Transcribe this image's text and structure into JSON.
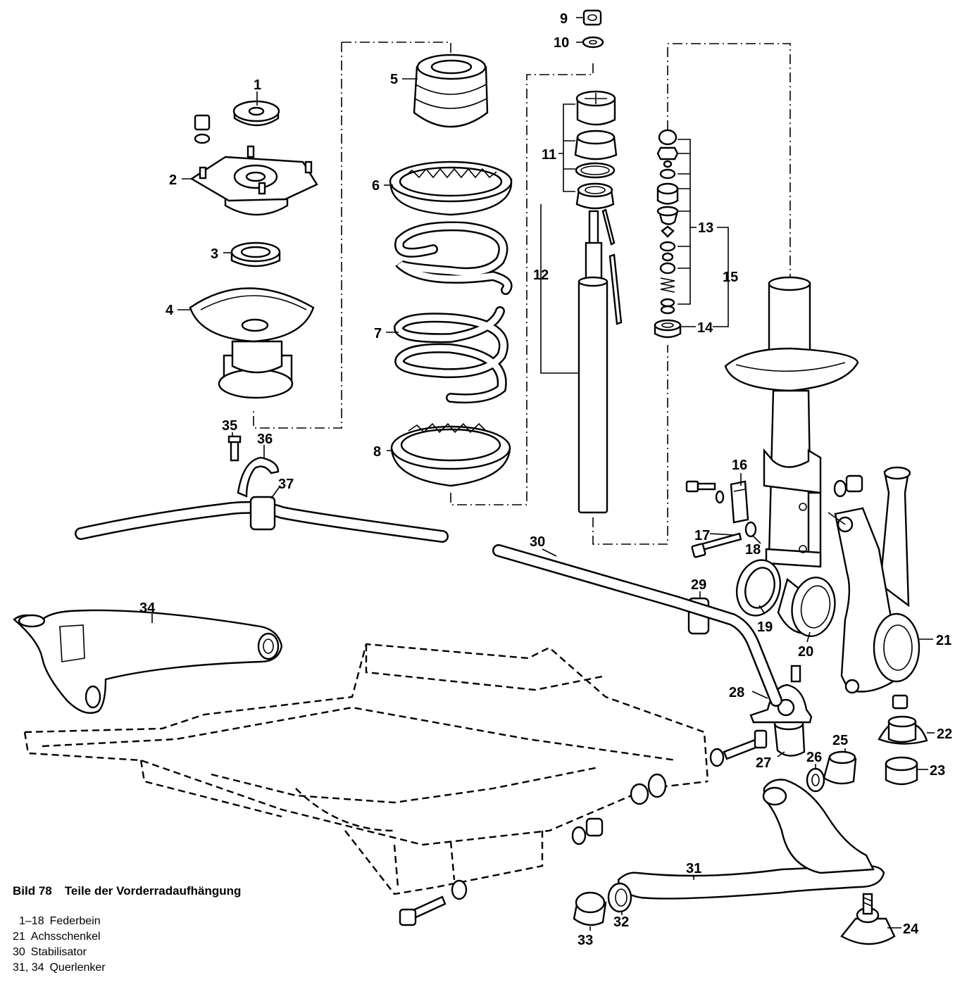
{
  "figure": {
    "number": "Bild 78",
    "title": "Teile der Vorderradaufhängung"
  },
  "legend": [
    {
      "numbers": "1–18",
      "label": "Federbein"
    },
    {
      "numbers": "21",
      "label": "Achsschenkel"
    },
    {
      "numbers": "30",
      "label": "Stabilisator"
    },
    {
      "numbers": "31, 34",
      "label": "Querlenker"
    }
  ],
  "callouts": {
    "c1": "1",
    "c2": "2",
    "c3": "3",
    "c4": "4",
    "c5": "5",
    "c6": "6",
    "c7": "7",
    "c8": "8",
    "c9": "9",
    "c10": "10",
    "c11": "11",
    "c12": "12",
    "c13": "13",
    "c14": "14",
    "c15": "15",
    "c16": "16",
    "c17": "17",
    "c18": "18",
    "c19": "19",
    "c20": "20",
    "c21": "21",
    "c22": "22",
    "c23": "23",
    "c24": "24",
    "c25": "25",
    "c26": "26",
    "c27": "27",
    "c28": "28",
    "c29": "29",
    "c30": "30",
    "c31": "31",
    "c32": "32",
    "c33": "33",
    "c34": "34",
    "c35": "35",
    "c36": "36",
    "c37": "37"
  }
}
